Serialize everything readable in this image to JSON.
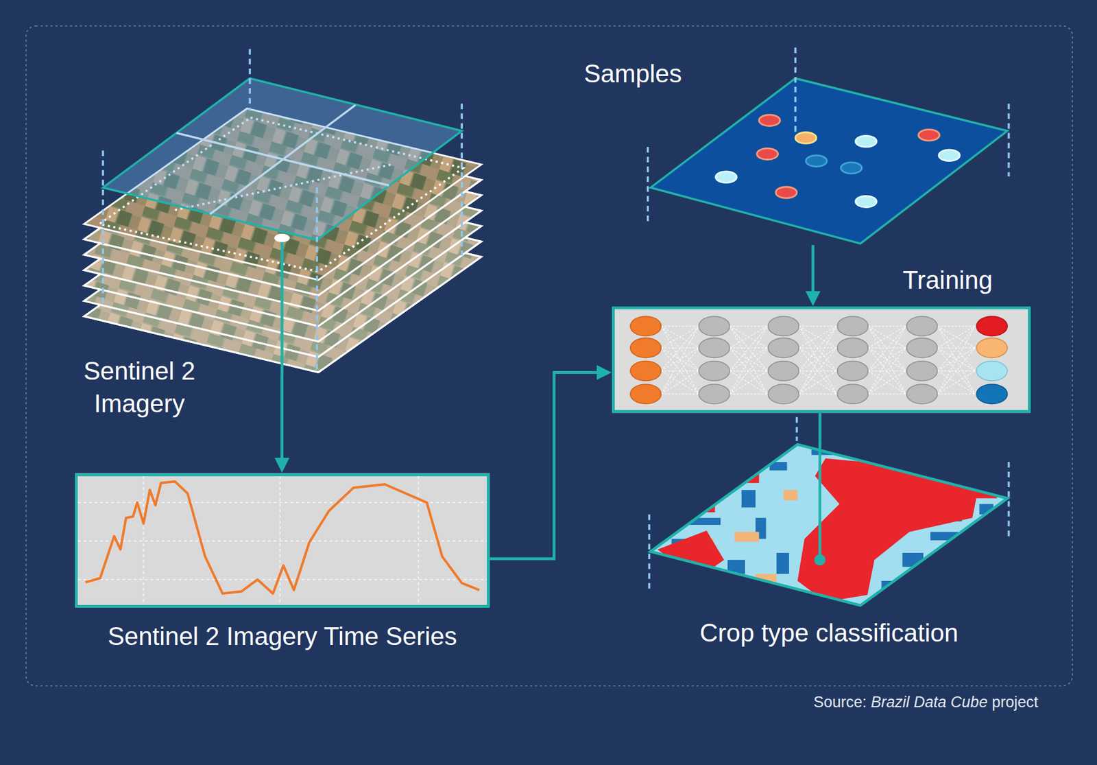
{
  "diagram": {
    "nodes": [
      {
        "text": [
          "Sentinel 2 Imagery"
        ]
      },
      {
        "text": [
          "Samples"
        ]
      },
      {
        "text": [
          "Sentinel 2 Imagery Time Series"
        ]
      },
      {
        "text": [
          "Training"
        ]
      },
      {
        "text": [
          "Crop type classification"
        ]
      }
    ],
    "edges": [
      {
        "from": 0,
        "to": 2,
        "arrow": "to"
      },
      {
        "from": 2,
        "to": 3,
        "arrow": "to"
      },
      {
        "from": 1,
        "to": 3,
        "arrow": "to"
      },
      {
        "from": 3,
        "to": 4,
        "arrow": "none"
      }
    ],
    "labels": [
      "Source:",
      "Brazil Data Cube",
      "project"
    ]
  }
}
